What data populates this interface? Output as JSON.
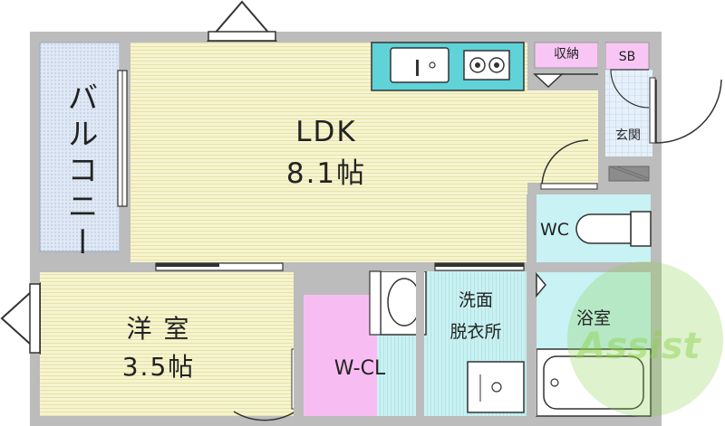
{
  "rooms": {
    "ldk": {
      "name": "LDK",
      "size": "8.1帖"
    },
    "western": {
      "name": "洋 室",
      "size": "3.5帖"
    },
    "wcl": {
      "name": "W-CL"
    },
    "balcony": {
      "name": "バルコニー"
    },
    "storage": {
      "name": "収納"
    },
    "sb": {
      "name": "SB"
    },
    "entrance": {
      "name": "玄関"
    },
    "wc": {
      "name": "WC"
    },
    "washroom": {
      "line1": "洗面",
      "line2": "脱衣所"
    },
    "bath": {
      "name": "浴室"
    }
  },
  "watermark": {
    "text": "Assist"
  },
  "colors": {
    "wall": "#bcbcbc",
    "ldk_floor": "#f5f3cc",
    "balcony": "#dfe8f2",
    "wcl": "#f7bdf2",
    "wet_area": "#c8f2f4",
    "kitchen": "#5fd3d8",
    "watermark_green": "#8ad24a"
  }
}
